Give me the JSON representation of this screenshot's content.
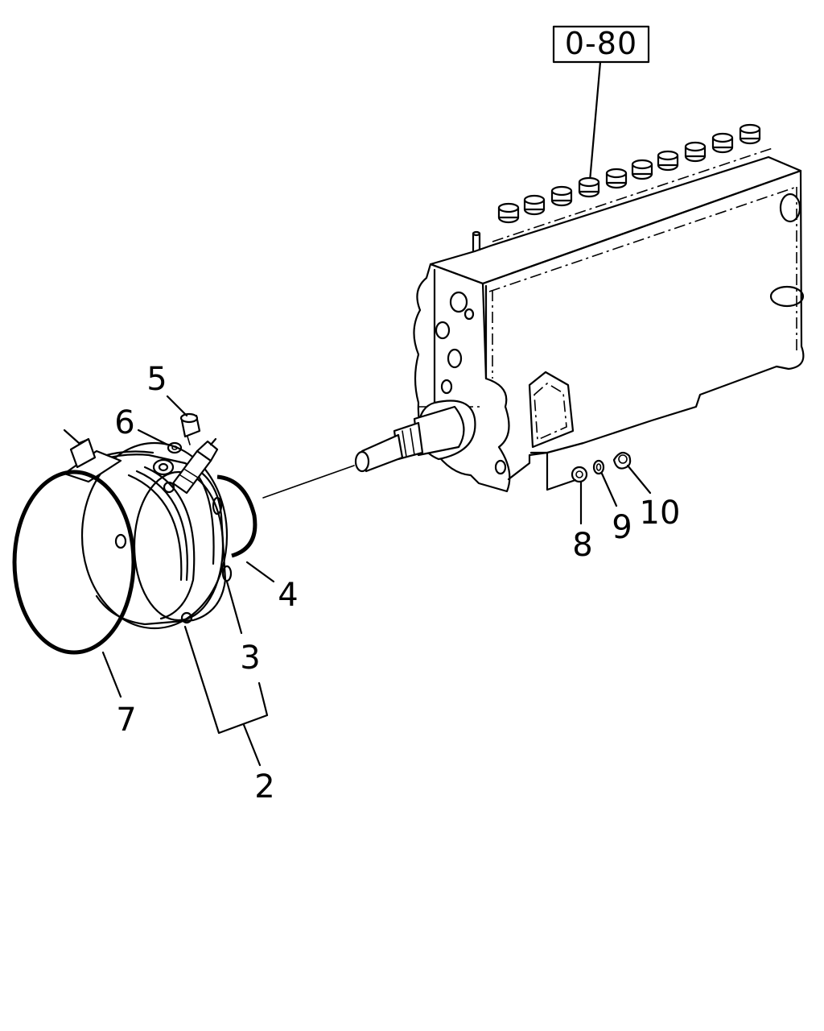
{
  "reference": {
    "label": "0-80"
  },
  "callouts": [
    {
      "id": "c2",
      "label": "2"
    },
    {
      "id": "c3",
      "label": "3"
    },
    {
      "id": "c4",
      "label": "4"
    },
    {
      "id": "c5",
      "label": "5"
    },
    {
      "id": "c6",
      "label": "6"
    },
    {
      "id": "c7",
      "label": "7"
    },
    {
      "id": "c8",
      "label": "8"
    },
    {
      "id": "c9",
      "label": "9"
    },
    {
      "id": "c10",
      "label": "10"
    }
  ]
}
